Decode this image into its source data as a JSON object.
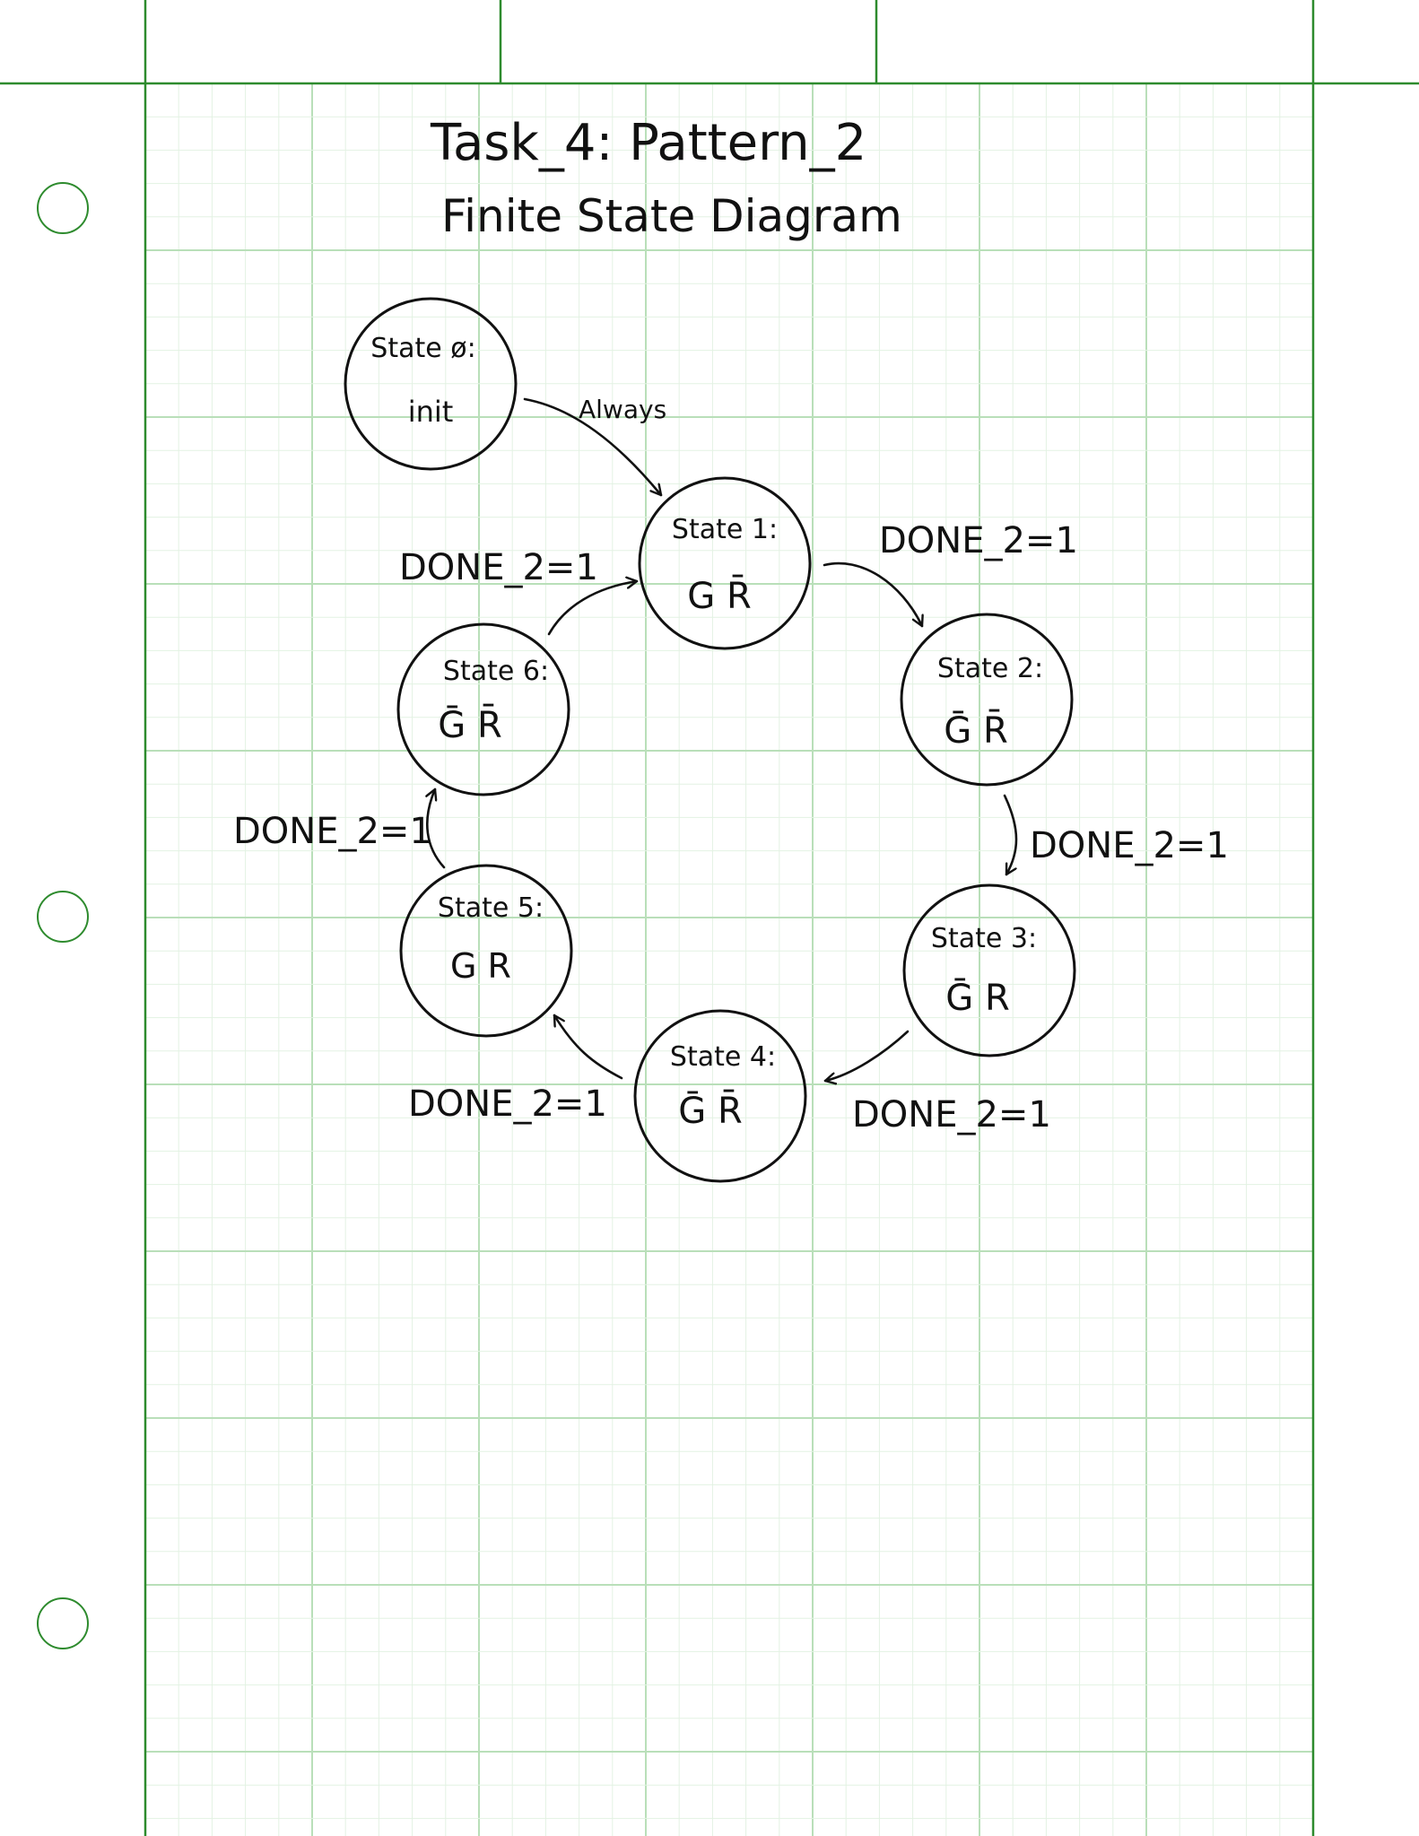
{
  "title": {
    "line1": "Task_4:   Pattern_2",
    "line2": "Finite   State   Diagram"
  },
  "colors": {
    "grid_major": "#b9dfb9",
    "grid_minor": "#e3f2e3",
    "margin_line": "#2e8b2e",
    "ink": "#111111",
    "paper": "#ffffff"
  },
  "states": [
    {
      "id": "s0",
      "name": "State ø:",
      "value": "init"
    },
    {
      "id": "s1",
      "name": "State 1:",
      "value": "G R̄"
    },
    {
      "id": "s2",
      "name": "State 2:",
      "value": "Ḡ R̄"
    },
    {
      "id": "s3",
      "name": "State 3:",
      "value": "Ḡ R"
    },
    {
      "id": "s4",
      "name": "State 4:",
      "value": "Ḡ R̄"
    },
    {
      "id": "s5",
      "name": "State 5:",
      "value": "G R"
    },
    {
      "id": "s6",
      "name": "State 6:",
      "value": "Ḡ R̄"
    }
  ],
  "transitions": [
    {
      "from": "s0",
      "to": "s1",
      "label": "Always"
    },
    {
      "from": "s1",
      "to": "s2",
      "label": "DONE_2=1"
    },
    {
      "from": "s2",
      "to": "s3",
      "label": "DONE_2=1"
    },
    {
      "from": "s3",
      "to": "s4",
      "label": "DONE_2=1"
    },
    {
      "from": "s4",
      "to": "s5",
      "label": "DONE_2=1"
    },
    {
      "from": "s5",
      "to": "s6",
      "label": "DONE_2=1"
    },
    {
      "from": "s6",
      "to": "s1",
      "label": "DONE_2=1"
    }
  ]
}
